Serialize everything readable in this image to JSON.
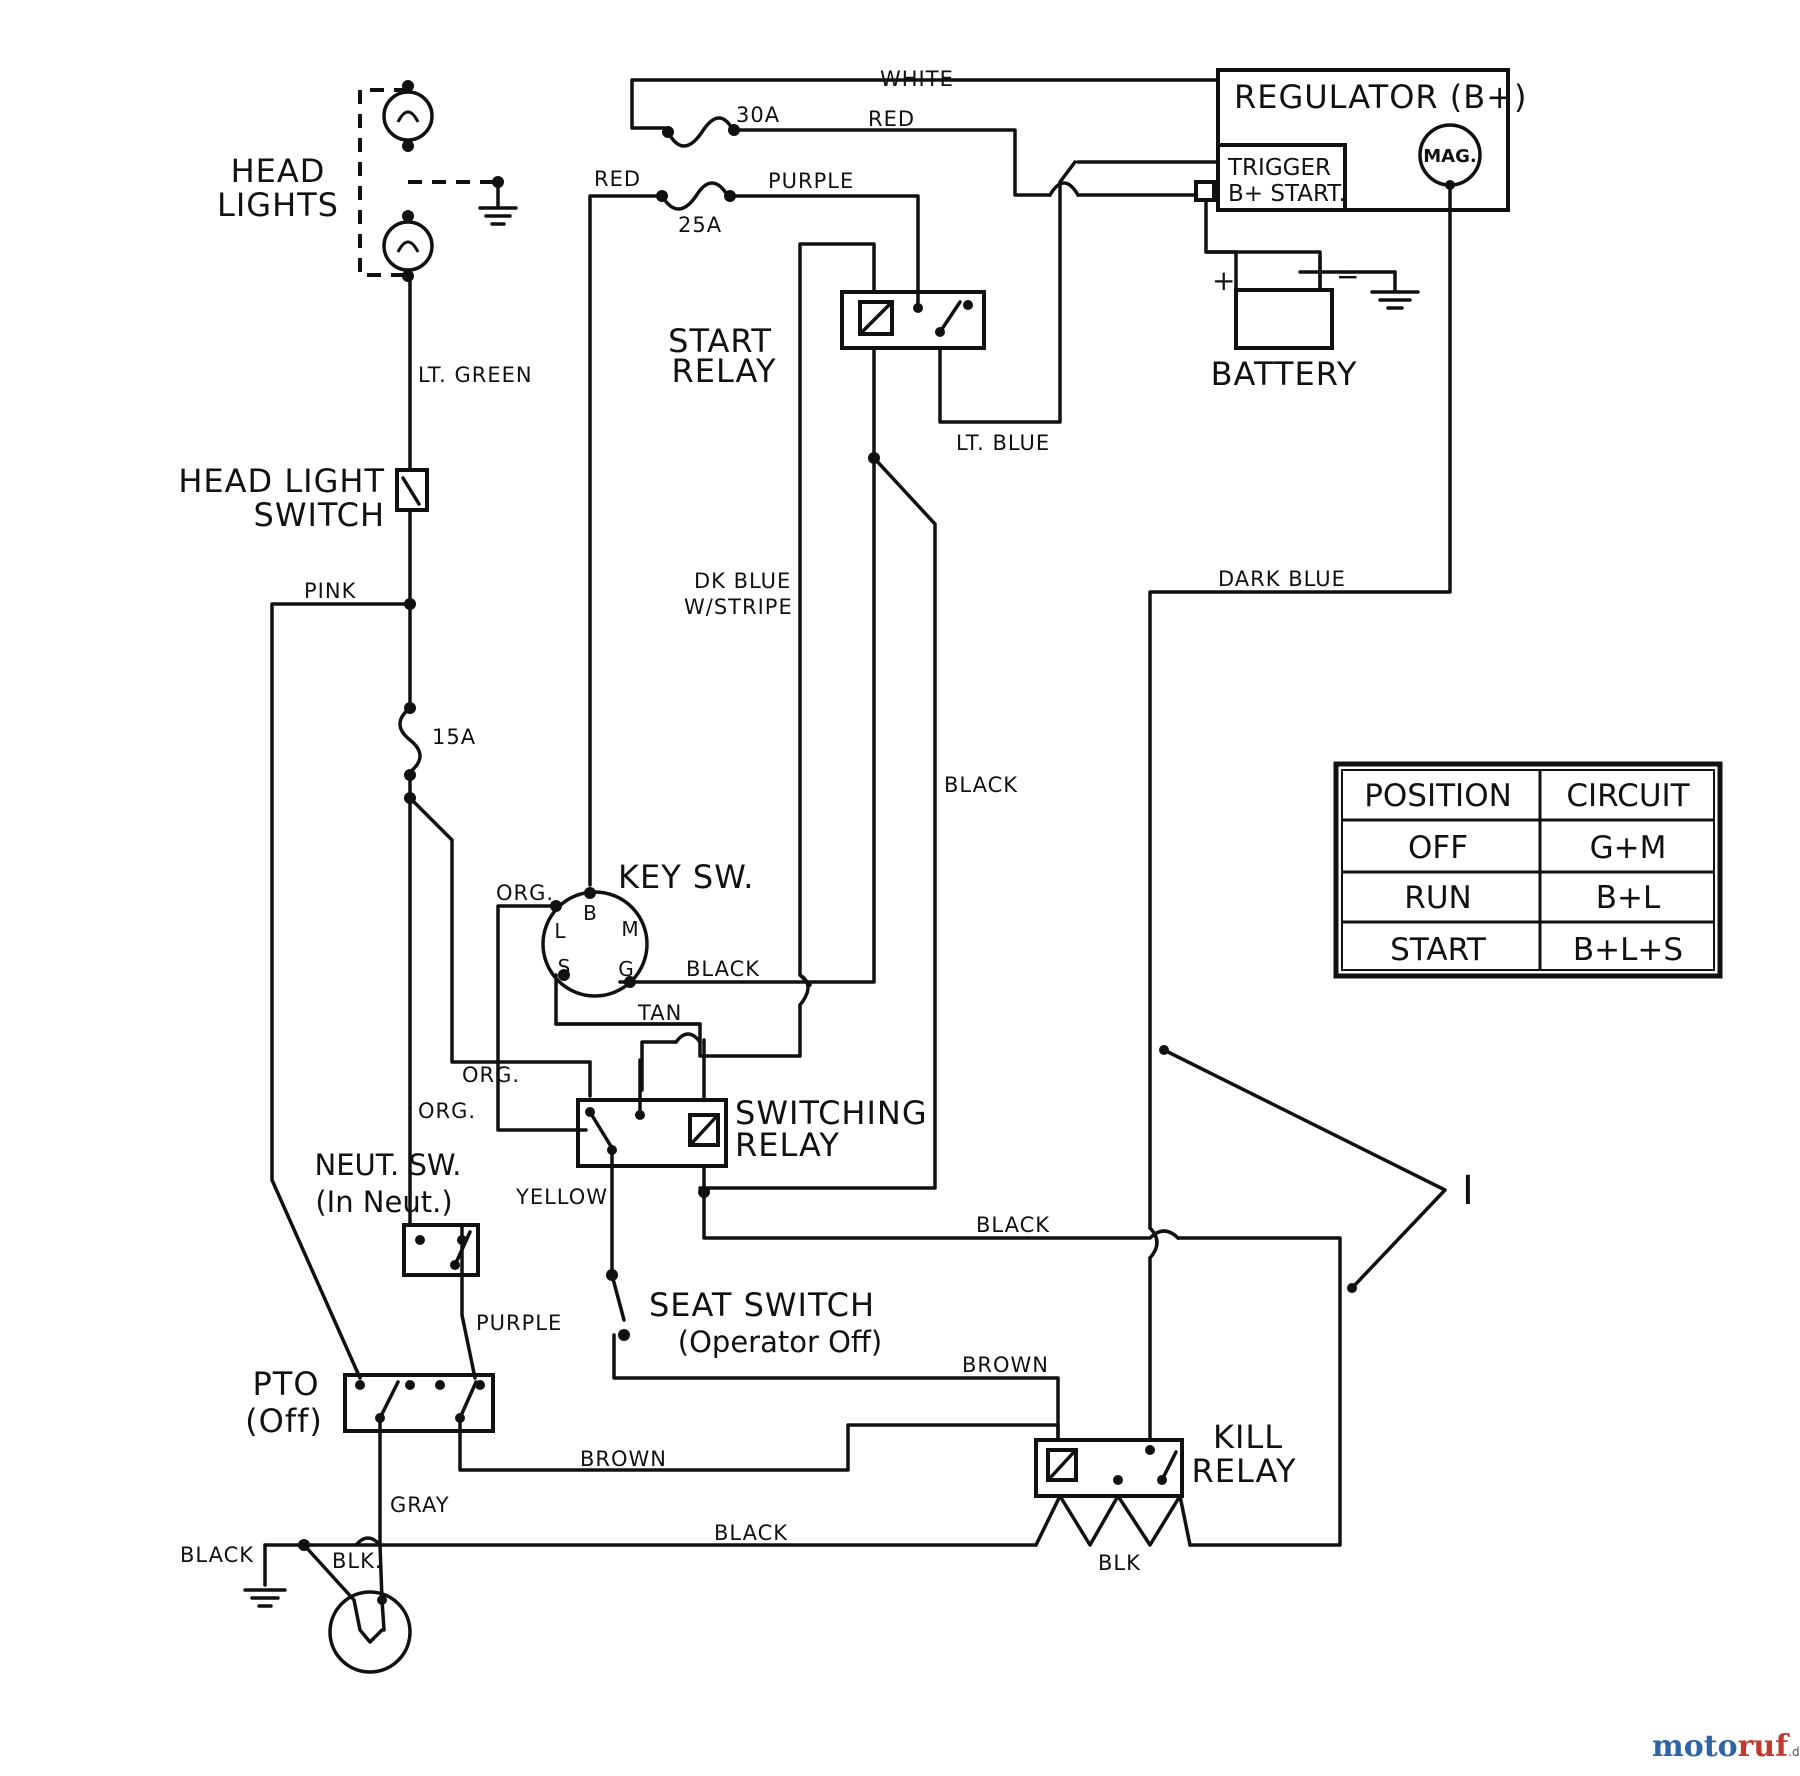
{
  "wires": {
    "white": "WHITE",
    "red_top": "RED",
    "red_left": "RED",
    "purple_top": "PURPLE",
    "lt_green": "LT. GREEN",
    "lt_blue": "LT. BLUE",
    "pink": "PINK",
    "dk_blue_1": "DK BLUE",
    "dk_blue_2": "W/STRIPE",
    "dark_blue": "DARK BLUE",
    "black_right": "BLACK",
    "black_key": "BLACK",
    "tan": "TAN",
    "org_key": "ORG.",
    "org_mid": "ORG.",
    "org_left": "ORG.",
    "yellow": "YELLOW",
    "black_mid": "BLACK",
    "purple_low": "PURPLE",
    "brown_seat": "BROWN",
    "brown_low": "BROWN",
    "gray": "GRAY",
    "black_bottom": "BLACK",
    "black_ground": "BLACK",
    "blk_mag": "BLK.",
    "blk_kill": "BLK"
  },
  "fuses": {
    "f30": "30A",
    "f25": "25A",
    "f15": "15A"
  },
  "components": {
    "head_lights_1": "HEAD",
    "head_lights_2": "LIGHTS",
    "head_light_switch_1": "HEAD LIGHT",
    "head_light_switch_2": "SWITCH",
    "regulator": "REGULATOR (B+)",
    "trigger_1": "TRIGGER",
    "trigger_2": "B+ START.",
    "mag": "MAG.",
    "battery": "BATTERY",
    "battery_plus": "+",
    "battery_minus": "−",
    "start_relay_1": "START",
    "start_relay_2": "RELAY",
    "key_sw": "KEY SW.",
    "key_b": "B",
    "key_l": "L",
    "key_m": "M",
    "key_s": "S",
    "key_g": "G",
    "switching_relay_1": "SWITCHING",
    "switching_relay_2": "RELAY",
    "neut_sw_1": "NEUT. SW.",
    "neut_sw_2": "(In Neut.)",
    "seat_switch_1": "SEAT SWITCH",
    "seat_switch_2": "(Operator Off)",
    "pto_1": "PTO",
    "pto_2": "(Off)",
    "kill_relay_1": "KILL",
    "kill_relay_2": "RELAY",
    "callout": "I"
  },
  "table": {
    "headers": [
      "POSITION",
      "CIRCUIT"
    ],
    "rows": [
      [
        "OFF",
        "G+M"
      ],
      [
        "RUN",
        "B+L"
      ],
      [
        "START",
        "B+L+S"
      ]
    ]
  },
  "watermark": {
    "part_a": "moto",
    "part_b": "ruf",
    "part_c": ".de"
  }
}
